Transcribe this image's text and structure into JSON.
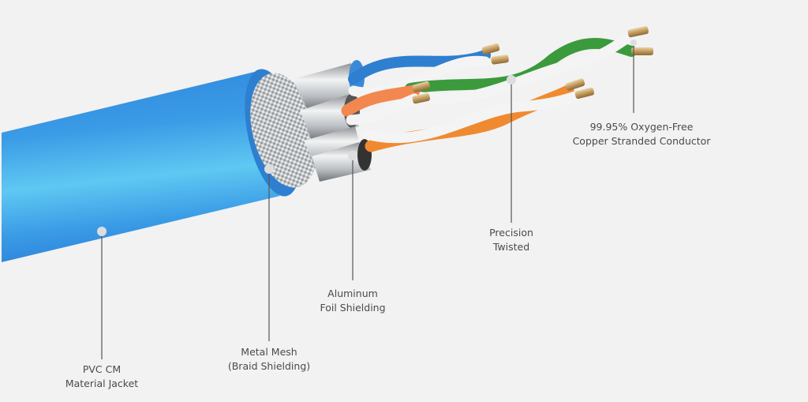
{
  "title": "Shielded twisted-pair Ethernet cable cross-section",
  "colors": {
    "background": "#f2f2f2",
    "jacket": "#3a9be6",
    "jacket_light": "#5fc8f2",
    "callout_line": "#555555",
    "callout_dot": "#dddddd",
    "label_text": "#4a4a4a",
    "pair_blue": "#2f7fd0",
    "pair_orange": "#f08a30",
    "pair_orange_light": "#f2874f",
    "pair_green": "#3a9a3c",
    "pair_white": "#f4f4f4",
    "copper": "#c8a46a",
    "foil": "#c9cdd0"
  },
  "callouts": [
    {
      "id": "jacket",
      "lines": [
        "PVC CM",
        "Material Jacket"
      ]
    },
    {
      "id": "braid",
      "lines": [
        "Metal Mesh",
        "(Braid Shielding)"
      ]
    },
    {
      "id": "foil",
      "lines": [
        "Aluminum",
        "Foil Shielding"
      ]
    },
    {
      "id": "twist",
      "lines": [
        "Precision",
        "Twisted"
      ]
    },
    {
      "id": "conductor",
      "lines": [
        "99.95% Oxygen-Free",
        "Copper Stranded Conductor"
      ]
    }
  ]
}
